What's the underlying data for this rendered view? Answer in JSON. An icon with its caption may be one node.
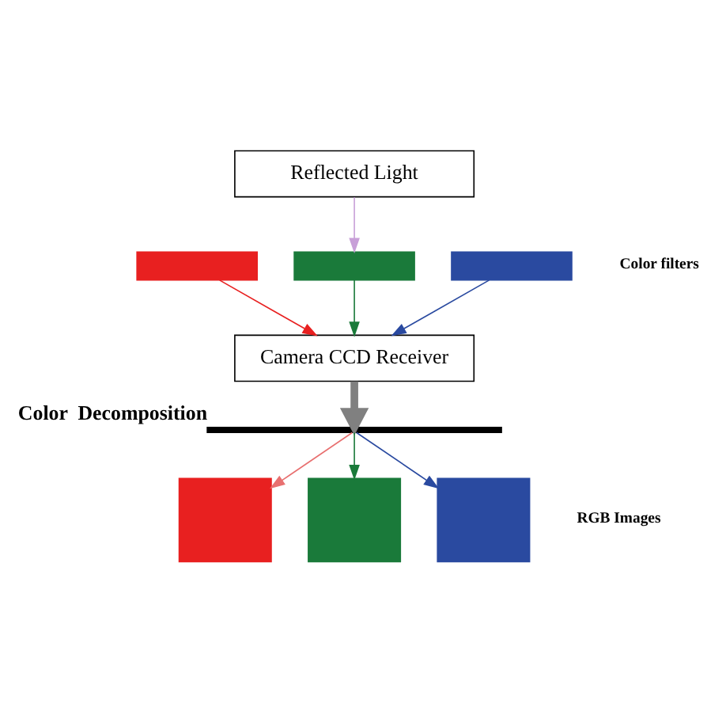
{
  "diagram": {
    "nodes": [
      {
        "text": [
          "Reflected Light"
        ]
      },
      {
        "text": [],
        "shape": "bar"
      },
      {
        "text": [],
        "shape": "bar"
      },
      {
        "text": [],
        "shape": "bar"
      },
      {
        "text": [
          "Camera CCD Receiver"
        ]
      },
      {
        "text": [],
        "shape": "bar",
        "beside": [
          "Color  Decomposition"
        ]
      },
      {
        "text": [],
        "shape": "box"
      },
      {
        "text": [],
        "shape": "box"
      },
      {
        "text": [],
        "shape": "box"
      }
    ],
    "edges": [
      {
        "from": 0,
        "to": 2,
        "arrow": "to",
        "color": "#c8a0d8"
      },
      {
        "from": 1,
        "to": 4,
        "arrow": "to",
        "color": "#e82020"
      },
      {
        "from": 2,
        "to": 4,
        "arrow": "to",
        "color": "#1a7a3a"
      },
      {
        "from": 3,
        "to": 4,
        "arrow": "to",
        "color": "#2a4aa0"
      },
      {
        "from": 4,
        "to": 5,
        "arrow": "to",
        "style": "thick",
        "color": "#808080"
      },
      {
        "from": 5,
        "to": 6,
        "arrow": "to",
        "color": "#e87070"
      },
      {
        "from": 5,
        "to": 7,
        "arrow": "to",
        "color": "#1a7a3a"
      },
      {
        "from": 5,
        "to": 8,
        "arrow": "to",
        "color": "#2a4aa0"
      }
    ],
    "labels": [
      "Color filters",
      "RGB Images"
    ]
  }
}
